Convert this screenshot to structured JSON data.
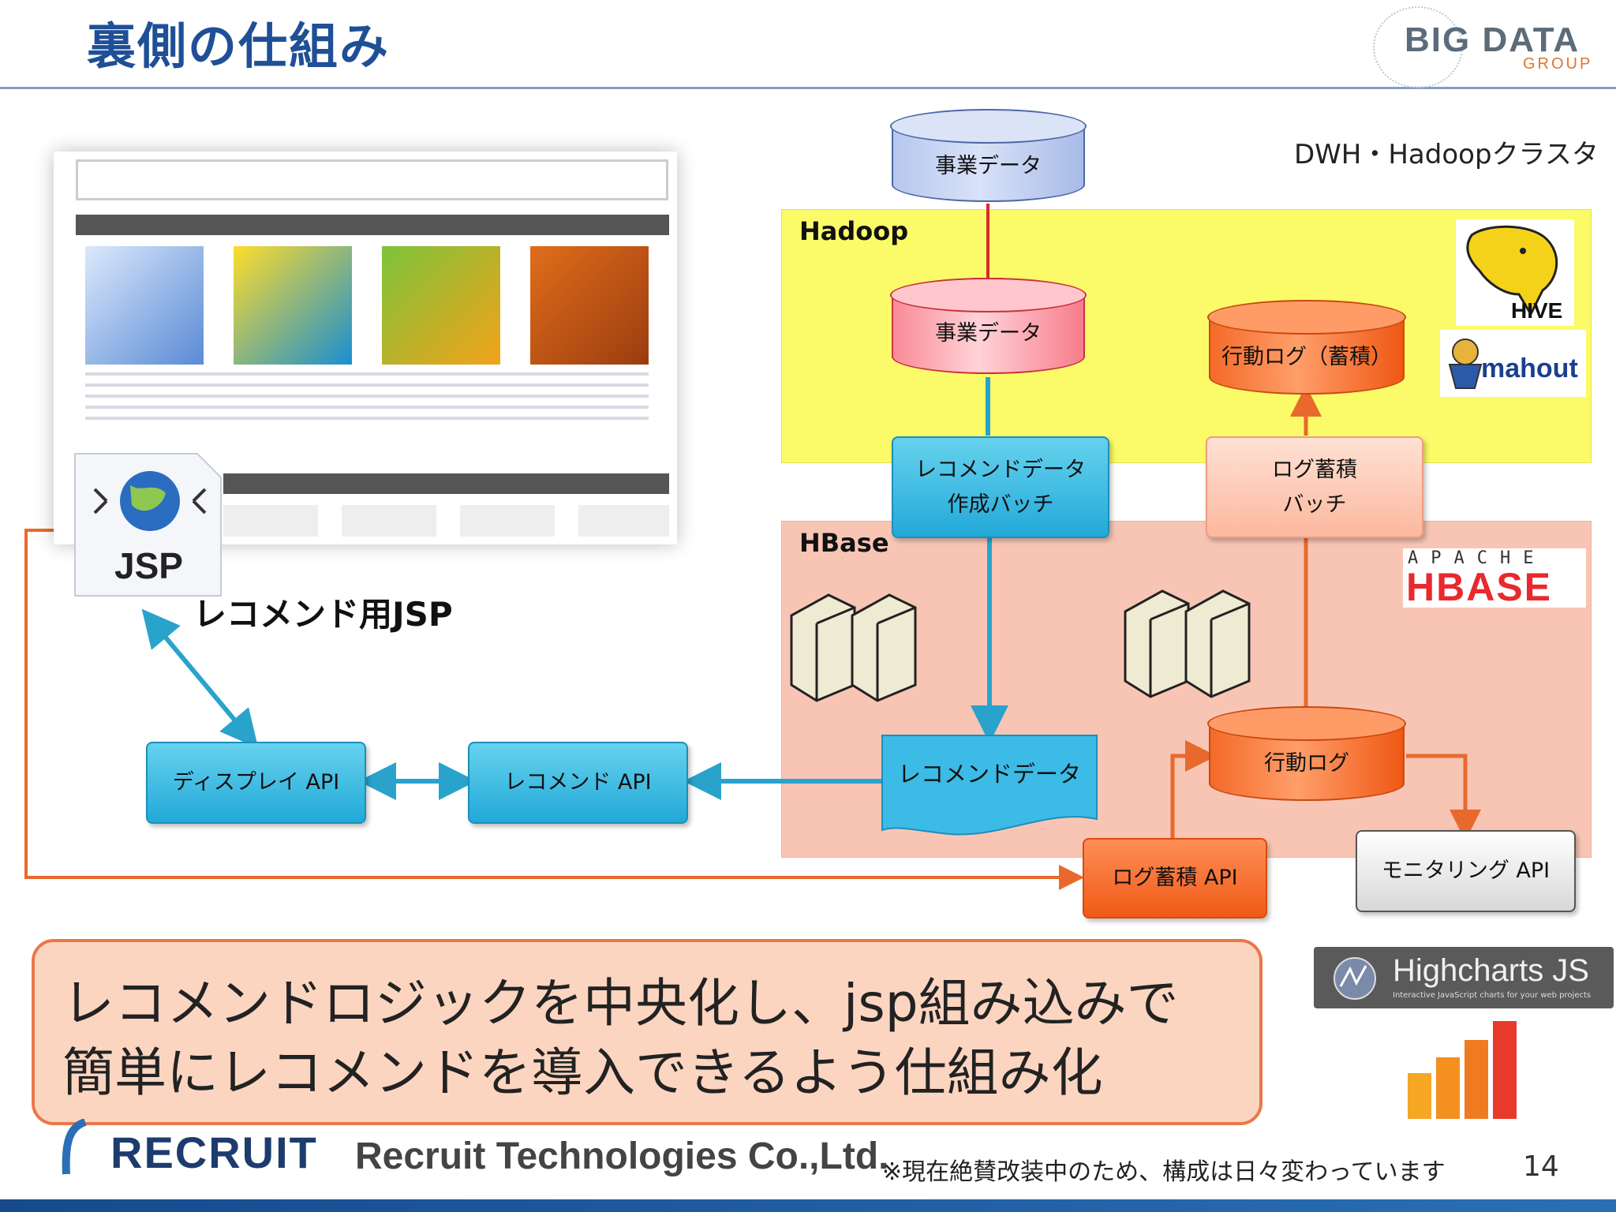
{
  "slide": {
    "title": "裏側の仕組み",
    "page_number": "14",
    "footnote": "※現在絶賛改装中のため、構成は日々変わっています",
    "logo_bigdata": {
      "main": "BIG DATA",
      "sub": "GROUP"
    },
    "company": {
      "mark": "RECRUIT",
      "name": "Recruit Technologies Co.,Ltd."
    },
    "callout": {
      "line1": "レコメンドロジックを中央化し、jsp組み込みで",
      "line2": "簡単にレコメンドを導入できるよう仕組み化"
    }
  },
  "diagram": {
    "dwh_label": "DWH・Hadoopクラスタ",
    "hadoop_label": "Hadoop",
    "hbase_label": "HBase",
    "source_data": "事業データ",
    "hadoop_data": "事業データ",
    "action_log_store": "行動ログ（蓄積）",
    "recommend_batch": {
      "line1": "レコメンドデータ",
      "line2": "作成バッチ"
    },
    "log_batch": {
      "line1": "ログ蓄積",
      "line2": "バッチ"
    },
    "recommend_data": "レコメンドデータ",
    "action_log": "行動ログ",
    "display_api": "ディスプレイ API",
    "recommend_api": "レコメンド API",
    "log_api": "ログ蓄積 API",
    "monitoring_api": "モニタリング API",
    "jsp_icon_text": "JSP",
    "jsp_label": "レコメンド用JSP"
  },
  "logos": {
    "highcharts": {
      "title": "Highcharts JS",
      "tagline": "Interactive JavaScript charts for your web projects"
    },
    "hive": "HIVE",
    "mahout": "mahout",
    "hbase": {
      "apache": "APACHE",
      "name": "HBASE"
    }
  },
  "colors": {
    "title_blue": "#1f4f96",
    "hadoop_yellow": "#fbfa68",
    "hbase_pink": "#f8c5b5",
    "arrow_blue": "#29a3cc",
    "arrow_orange": "#e9692c",
    "arrow_red": "#d82a2a"
  }
}
